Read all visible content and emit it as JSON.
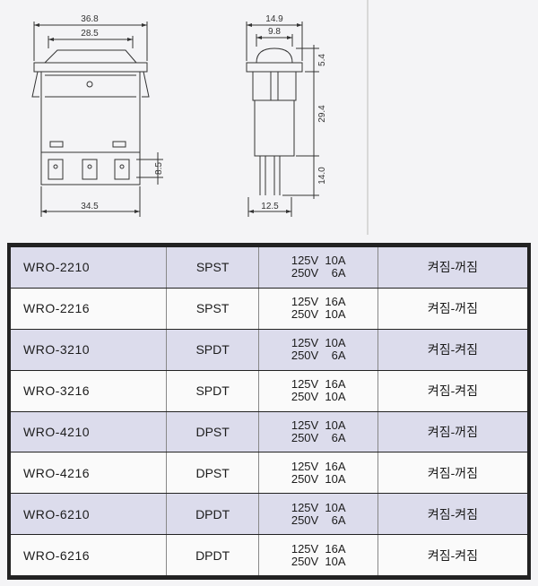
{
  "drawing": {
    "front_dims": {
      "width_top": "36.8",
      "width_inner": "28.5",
      "terminal_pitch": "8.5",
      "base_width": "34.5"
    },
    "side_dims": {
      "width_top": "14.9",
      "width_inner": "9.8",
      "actuator_height": "5.4",
      "body_height": "29.4",
      "terminal_length": "14.0",
      "base_width": "12.5"
    }
  },
  "table": {
    "rows": [
      {
        "model": "WRO-2210",
        "pole": "SPST",
        "rating_1": "125V  10A",
        "rating_2": "250V    6A",
        "action": "켜짐-꺼짐",
        "shade": true
      },
      {
        "model": "WRO-2216",
        "pole": "SPST",
        "rating_1": "125V  16A",
        "rating_2": "250V  10A",
        "action": "켜짐-꺼짐",
        "shade": false
      },
      {
        "model": "WRO-3210",
        "pole": "SPDT",
        "rating_1": "125V  10A",
        "rating_2": "250V    6A",
        "action": "켜짐-켜짐",
        "shade": true
      },
      {
        "model": "WRO-3216",
        "pole": "SPDT",
        "rating_1": "125V  16A",
        "rating_2": "250V  10A",
        "action": "켜짐-켜짐",
        "shade": false
      },
      {
        "model": "WRO-4210",
        "pole": "DPST",
        "rating_1": "125V  10A",
        "rating_2": "250V    6A",
        "action": "켜짐-꺼짐",
        "shade": true
      },
      {
        "model": "WRO-4216",
        "pole": "DPST",
        "rating_1": "125V  16A",
        "rating_2": "250V  10A",
        "action": "켜짐-꺼짐",
        "shade": false
      },
      {
        "model": "WRO-6210",
        "pole": "DPDT",
        "rating_1": "125V  10A",
        "rating_2": "250V    6A",
        "action": "켜짐-켜짐",
        "shade": true
      },
      {
        "model": "WRO-6216",
        "pole": "DPDT",
        "rating_1": "125V  16A",
        "rating_2": "250V  10A",
        "action": "켜짐-켜짐",
        "shade": false
      }
    ]
  }
}
